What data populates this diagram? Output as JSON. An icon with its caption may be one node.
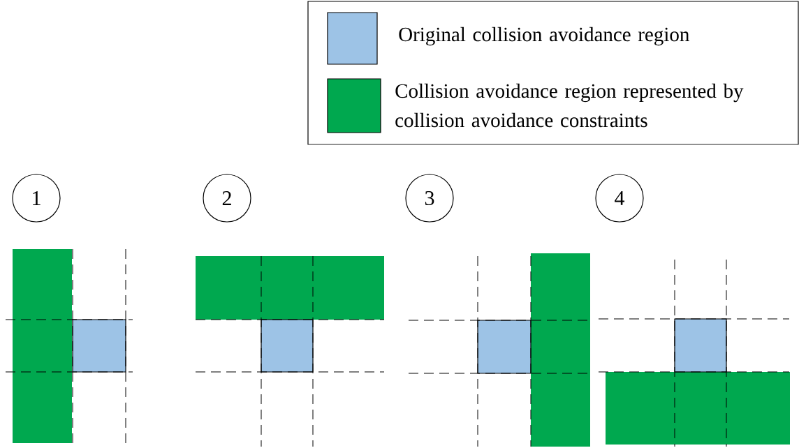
{
  "diagram": {
    "nodes": [
      {
        "text": [
          "1"
        ]
      },
      {
        "text": [
          "2"
        ]
      },
      {
        "text": [
          "3"
        ]
      },
      {
        "text": [
          "4"
        ]
      }
    ],
    "legend": [
      {
        "text": "Original  collision avoidance region",
        "color": "#9dc3e6"
      },
      {
        "text": "Collision avoidance region represented by collision avoidance constraints",
        "color": "#00a84f"
      }
    ]
  }
}
